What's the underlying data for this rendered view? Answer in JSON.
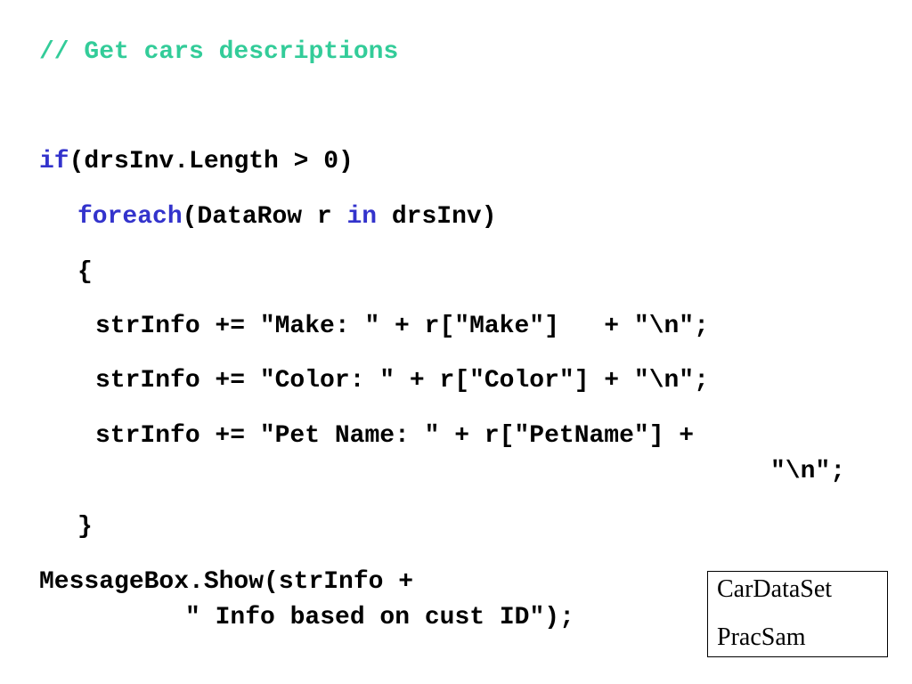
{
  "code": {
    "comment": "// Get cars descriptions",
    "if_keyword": "if",
    "if_condition": "(drsInv.Length > 0)",
    "foreach_keyword": "foreach",
    "foreach_open": "(DataRow r ",
    "in_keyword": "in",
    "foreach_close": " drsInv)",
    "open_brace": "{",
    "line_make": "strInfo += \"Make: \" + r[\"Make\"]   + \"\\n\";",
    "line_color": "strInfo += \"Color: \" + r[\"Color\"] + \"\\n\";",
    "line_petname": "strInfo += \"Pet Name: \" + r[\"PetName\"] +",
    "line_petname_cont": "\"\\n\";",
    "close_brace": "}",
    "messagebox_line1": "MessageBox.Show(strInfo +",
    "messagebox_line2": "\" Info based on cust ID\");"
  },
  "reference_box": {
    "items": [
      "CarDataSet",
      "PracSam"
    ]
  },
  "colors": {
    "comment": "#33cc99",
    "keyword": "#3333cc",
    "text": "#000000",
    "background": "#ffffff"
  }
}
